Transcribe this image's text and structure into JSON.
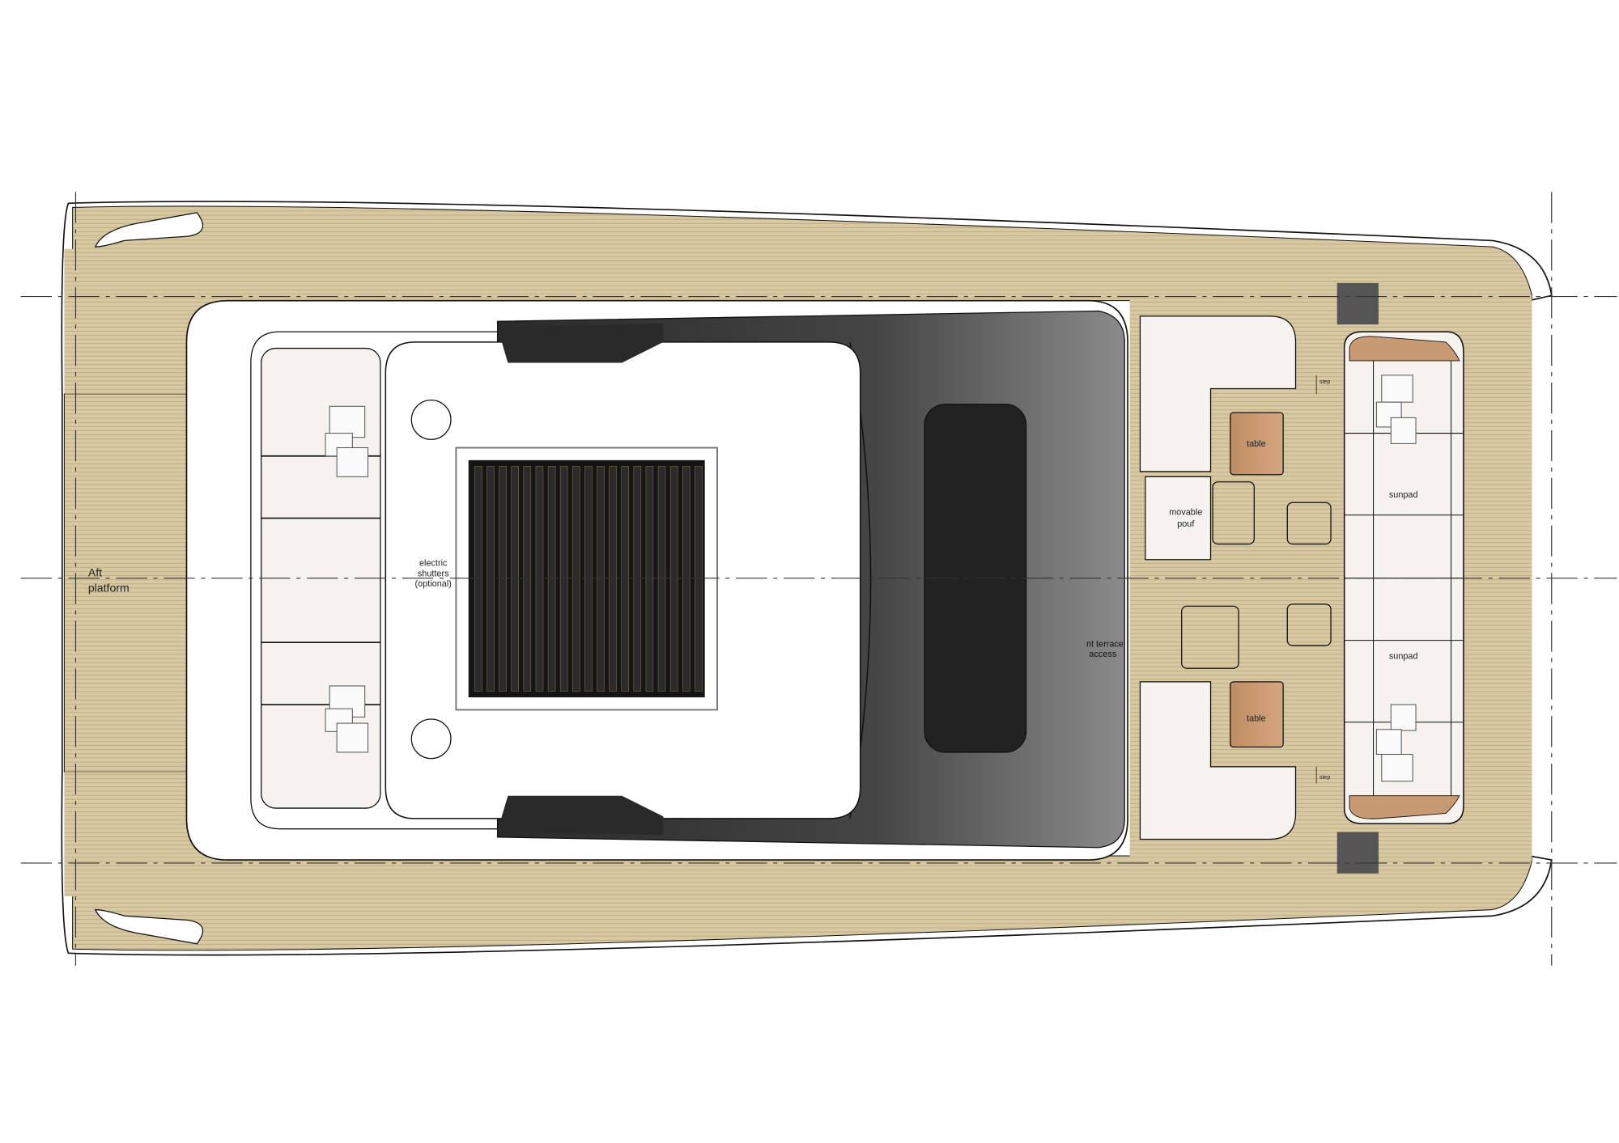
{
  "plan": {
    "aft_platform": [
      "Aft",
      "platform"
    ],
    "shutters": [
      "electric",
      "shutters",
      "(optional)"
    ],
    "pouf": [
      "movable",
      "pouf"
    ],
    "table_top": "table",
    "table_bottom": "table",
    "sunpad_top": "sunpad",
    "sunpad_bottom": "sunpad",
    "step_top": "step",
    "step_bottom": "step",
    "terrace": [
      "nt terrace",
      "access"
    ]
  },
  "colors": {
    "teak": "#d8c9a3",
    "teak_line": "#b8a87f",
    "cushion": "#f6f3ee",
    "dark_glass": "#3b3b3b",
    "table_wood": "#c89a72"
  }
}
